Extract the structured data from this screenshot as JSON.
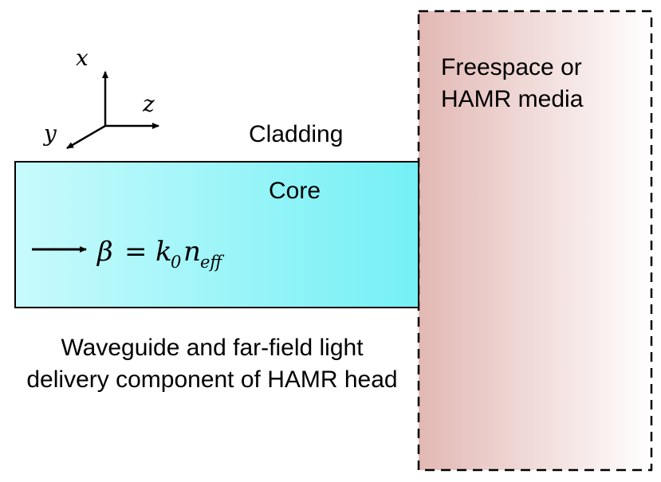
{
  "axes": {
    "x_label": "x",
    "y_label": "y",
    "z_label": "z"
  },
  "regions": {
    "cladding_label": "Cladding",
    "core_label": "Core",
    "media_label_line1": "Freespace or",
    "media_label_line2": "HAMR media"
  },
  "equation": {
    "beta": "β",
    "equals": "=",
    "k": "k",
    "k_sub": "0",
    "n": "n",
    "n_sub": "eff"
  },
  "caption": {
    "line1": "Waveguide and far-field light",
    "line2": "delivery component of HAMR head"
  },
  "colors": {
    "core_gradient_start": "#c8fafc",
    "core_gradient_end": "#74f0f5",
    "media_gradient_start": "#e2b8b4",
    "media_gradient_end": "#ffffff",
    "line_color": "#000000"
  }
}
